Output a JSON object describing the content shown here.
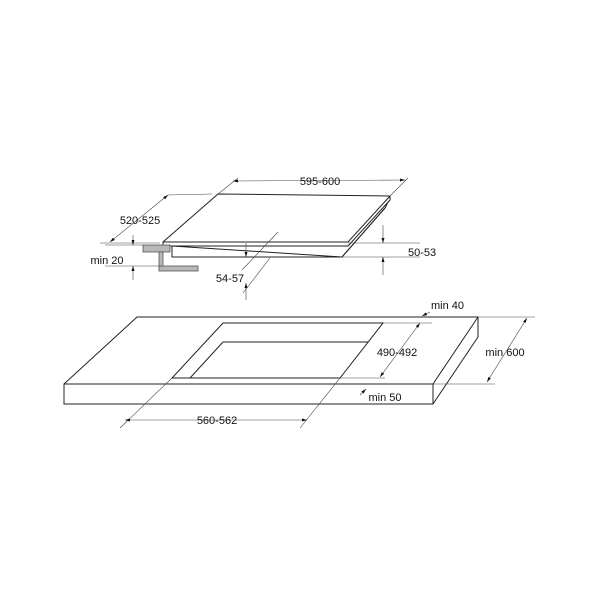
{
  "dimensions": {
    "hob_width": "595-600",
    "hob_depth": "520-525",
    "front_clearance": "min 20",
    "hob_height": "50-53",
    "built_in_depth": "54-57",
    "rear_clearance": "min 40",
    "cutout_depth": "490-492",
    "worktop_depth": "min 600",
    "front_edge_clearance": "min 50",
    "cutout_width": "560-562"
  },
  "colors": {
    "line": "#222222",
    "bracket": "#b8b8b8"
  }
}
